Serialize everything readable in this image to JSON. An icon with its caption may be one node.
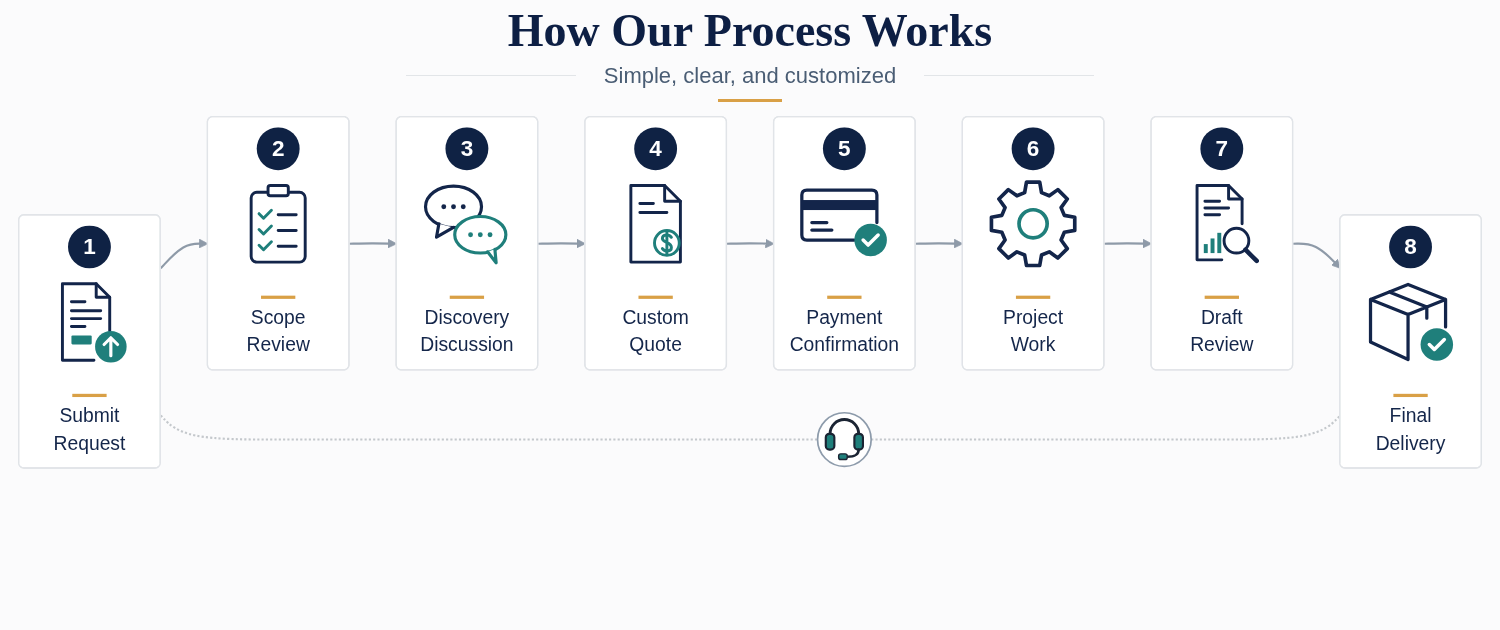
{
  "diagram": {
    "title": "How Our Process Works",
    "nodes": [
      {
        "text": [
          "1",
          "Submit Request"
        ]
      },
      {
        "text": [
          "2",
          "Scope Review"
        ]
      },
      {
        "text": [
          "3",
          "Discovery Discussion"
        ]
      },
      {
        "text": [
          "4",
          "Custom Quote"
        ]
      },
      {
        "text": [
          "5",
          "Payment Confirmation"
        ]
      },
      {
        "text": [
          "6",
          "Project Work"
        ]
      },
      {
        "text": [
          "7",
          "Draft Review"
        ]
      },
      {
        "text": [
          "8",
          "Final Delivery"
        ]
      },
      {
        "text": [],
        "shape": "circle"
      }
    ],
    "edges": [
      {
        "from": 0,
        "to": 1,
        "arrow": "to"
      },
      {
        "from": 1,
        "to": 2,
        "arrow": "to"
      },
      {
        "from": 2,
        "to": 3,
        "arrow": "to"
      },
      {
        "from": 3,
        "to": 4,
        "arrow": "to"
      },
      {
        "from": 4,
        "to": 5,
        "arrow": "to"
      },
      {
        "from": 5,
        "to": 6,
        "arrow": "to"
      },
      {
        "from": 6,
        "to": 7,
        "arrow": "to"
      },
      {
        "from": 0,
        "to": 8,
        "arrow": "none",
        "style": "dashed",
        "color": "#c4c8cc"
      },
      {
        "from": 8,
        "to": 7,
        "arrow": "none",
        "style": "dashed",
        "color": "#c4c8cc"
      }
    ],
    "labels": [
      "Simple, clear, and customized"
    ]
  }
}
